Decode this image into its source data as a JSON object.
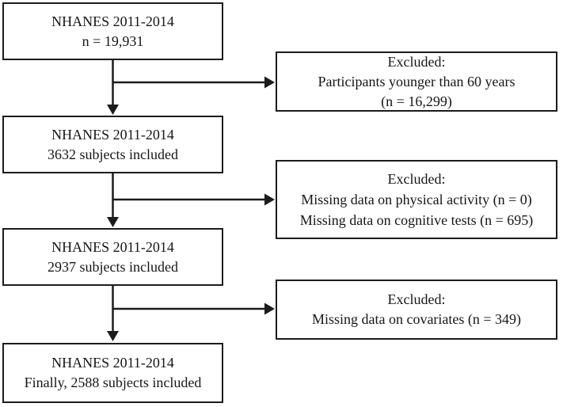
{
  "colors": {
    "border": "#1c1c1c",
    "arrow": "#1c1c1c",
    "text": "#161616",
    "background": "#ffffff"
  },
  "cohort_boxes": [
    {
      "lines": [
        "NHANES 2011-2014",
        "n = 19,931"
      ]
    },
    {
      "lines": [
        "NHANES 2011-2014",
        "3632 subjects included"
      ]
    },
    {
      "lines": [
        "NHANES 2011-2014",
        "2937 subjects included"
      ]
    },
    {
      "lines": [
        "NHANES 2011-2014",
        "Finally, 2588 subjects included"
      ]
    }
  ],
  "excluded_boxes": [
    {
      "lines": [
        "Excluded:",
        "Participants younger than 60 years",
        "(n = 16,299)"
      ]
    },
    {
      "lines": [
        "Excluded:",
        "Missing data on physical activity (n = 0)",
        "Missing data on cognitive tests (n = 695)"
      ]
    },
    {
      "lines": [
        "Excluded:",
        "Missing data on covariates (n = 349)"
      ]
    }
  ]
}
